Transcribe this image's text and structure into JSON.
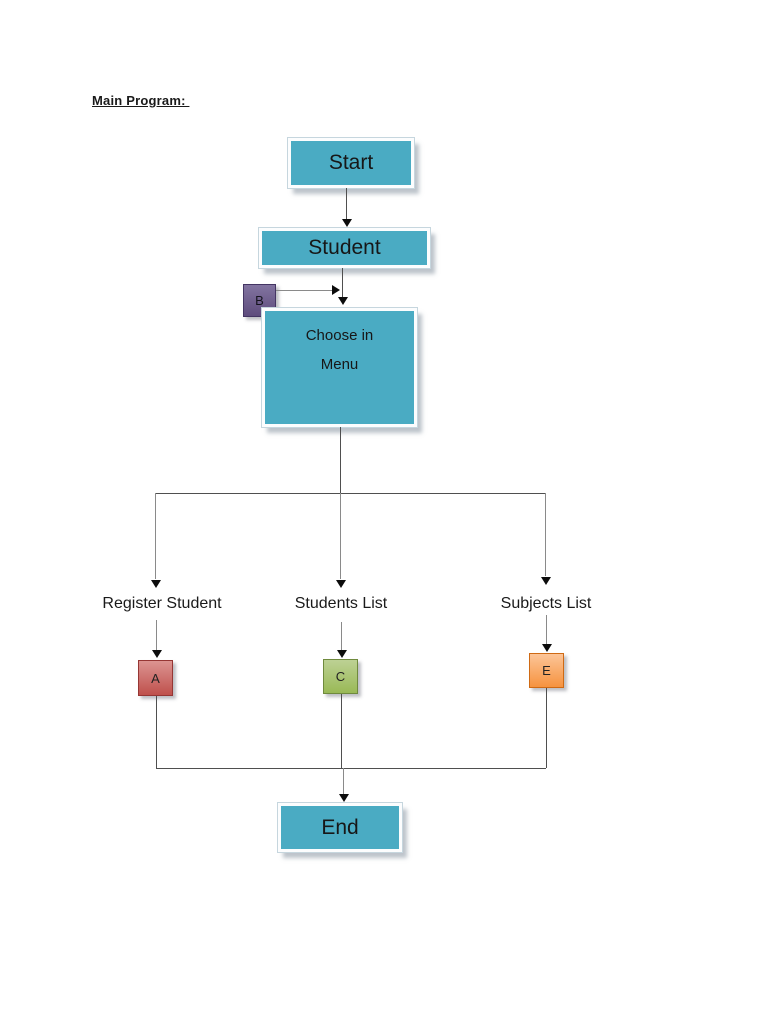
{
  "page": {
    "title": "Main Program: "
  },
  "diagram": {
    "nodes": {
      "start": {
        "label": "Start",
        "shape": "process",
        "fill": "#4aabc3"
      },
      "student": {
        "label": "Student",
        "shape": "process",
        "fill": "#4aabc3"
      },
      "choose_menu": {
        "line1": "Choose in",
        "line2": "Menu",
        "shape": "process",
        "fill": "#4aabc3"
      },
      "end": {
        "label": "End",
        "shape": "process",
        "fill": "#4aabc3"
      }
    },
    "connectors": {
      "b": {
        "label": "B",
        "fill_top": "#8274a0",
        "fill_bottom": "#5e4c7d",
        "border": "#443563"
      },
      "a": {
        "label": "A",
        "fill_top": "#dc9491",
        "fill_bottom": "#bf504c",
        "border": "#963634"
      },
      "c": {
        "label": "C",
        "fill_top": "#bdd194",
        "fill_bottom": "#99b956",
        "border": "#6f8a3d"
      },
      "e": {
        "label": "E",
        "fill_top": "#fcc598",
        "fill_bottom": "#f6933f",
        "border": "#cf6a14"
      }
    },
    "branches": [
      {
        "label": "Register Student",
        "connector": "A"
      },
      {
        "label": "Students List",
        "connector": "C"
      },
      {
        "label": "Subjects List",
        "connector": "E"
      }
    ]
  },
  "colors": {
    "page_background": "#ffffff",
    "node_fill": "#4aabc3",
    "node_border": "#fcfdfe",
    "line": "#4f4f4f",
    "text": "#1a1a1a"
  }
}
